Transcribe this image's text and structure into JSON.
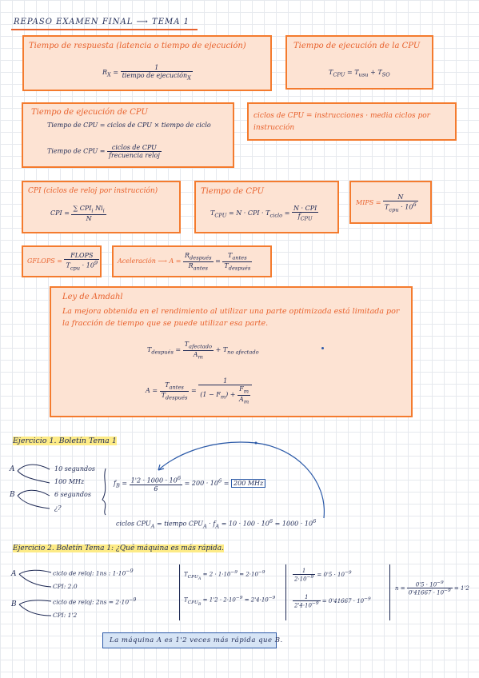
{
  "header": {
    "title": "REPASO EXAMEN FINAL ⟶ TEMA 1"
  },
  "boxes": {
    "respuesta": {
      "title": "Tiempo de respuesta (latencia o tiempo de ejecución)",
      "lhs": "R<sub>X</sub> =",
      "num": "1",
      "den": "tiempo de ejecución<sub>X</sub>"
    },
    "cpu_time_top": {
      "title": "Tiempo de ejecución de la CPU",
      "formula": "T<sub>CPU</sub> = T<sub>usu</sub> + T<sub>SO</sub>"
    },
    "cpu_exec": {
      "title": "Tiempo de ejecución de CPU",
      "line1": "Tiempo de CPU = ciclos de CPU × tiempo de ciclo",
      "line2_lhs": "Tiempo de CPU =",
      "num": "ciclos de CPU",
      "den": "frecuencia reloj"
    },
    "ciclos": {
      "text": "ciclos de CPU = instrucciones · media ciclos por instrucción"
    },
    "cpi": {
      "title": "CPI (ciclos de reloj por instrucción)",
      "lhs": "CPI =",
      "num": "∑ CPI<sub>i</sub> Ni<sub>i</sub>",
      "den": "N"
    },
    "tcpu": {
      "title": "Tiempo de CPU",
      "lhs": "T<sub>CPU</sub> = N · CPI · T<sub>ciclo</sub> =",
      "num": "N · CPI",
      "den": "f<sub>CPU</sub>"
    },
    "mips": {
      "lhs": "MIPS =",
      "num": "N",
      "den": "T<sub>cpu</sub> · 10<sup>6</sup>"
    },
    "gflops": {
      "lhs": "GFLOPS =",
      "num": "FLOPS",
      "den": "T<sub>cpu</sub> · 10<sup>9</sup>"
    },
    "aceleracion": {
      "lhs": "Aceleración ⟶ A =",
      "num1": "R<sub>después</sub>",
      "den1": "R<sub>antes</sub>",
      "num2": "T<sub>antes</sub>",
      "den2": "T<sub>después</sub>"
    },
    "amdahl": {
      "title": "Ley de Amdahl",
      "text": "La mejora obtenida en el rendimiento al utilizar una parte optimizada está limitada por la fracción de tiempo que se puede utilizar esa parte.",
      "f1_lhs": "T<sub>después</sub> =",
      "f1_num": "T<sub>afectado</sub>",
      "f1_den": "A<sub>m</sub>",
      "f1_rest": "+ T<sub>no afectado</sub>",
      "f2_lhs": "A =",
      "f2_num": "T<sub>antes</sub>",
      "f2_den": "T<sub>después</sub>",
      "f2_eq": "=",
      "f2_num2": "1",
      "f2_den2a": "(1 − F<sub>m</sub>) +",
      "f2_den2b_num": "F<sub>m</sub>",
      "f2_den2b_den": "A<sub>m</sub>"
    }
  },
  "ej1": {
    "heading": "Ejercicio 1. Boletín Tema 1",
    "a_label": "A",
    "b_label": "B",
    "a1": "10 segundos",
    "a2": "100 MHz",
    "b1": "6 segundos",
    "b2": "¿?",
    "fb_lhs": "f<sub>B</sub> =",
    "fb_num": "1'2 · 1000 · 10<sup>6</sup>",
    "fb_den": "6",
    "fb_mid": "= 200 · 10<sup>6</sup> =",
    "fb_res": "200 MHz",
    "ciclos": "ciclos CPU<sub>A</sub> = tiempo CPU<sub>A</sub> · f<sub>A</sub> = 10 · 100 · 10<sup>6</sup> = 1000 · 10<sup>6</sup>"
  },
  "ej2": {
    "heading": "Ejercicio 2. Boletín Tema 1: ¿Qué máquina es más rápida.",
    "a_label": "A",
    "b_label": "B",
    "a1": "ciclo de reloj: 1ns : 1·10<sup>−9</sup>",
    "a2": "CPI: 2.0",
    "b1": "ciclo de reloj: 2ns = 2·10<sup>−9</sup>",
    "b2": "CPI: 1'2",
    "ta": "T<sub>CPU<sub>A</sub></sub> = 2 · 1·10<sup>−9</sup> = 2·10<sup>−9</sup>",
    "tb": "T<sub>CPU<sub>B</sub></sub> = 1'2 · 2·10<sup>−9</sup> = 2'4·10<sup>−9</sup>",
    "ra_num": "1",
    "ra_den": "2·10<sup>−9</sup>",
    "ra_res": "= 0'5 · 10<sup>−9</sup>",
    "rb_num": "1",
    "rb_den": "2'4·10<sup>−9</sup>",
    "rb_res": "= 0'41667 · 10<sup>−9</sup>",
    "n_lhs": "n =",
    "n_num": "0'5 · 10<sup>−9</sup>",
    "n_den": "0'41667 · 10<sup>−9</sup>",
    "n_res": "= 1'2",
    "conclusion": "La máquina A es 1'2 veces más rápida que B."
  }
}
